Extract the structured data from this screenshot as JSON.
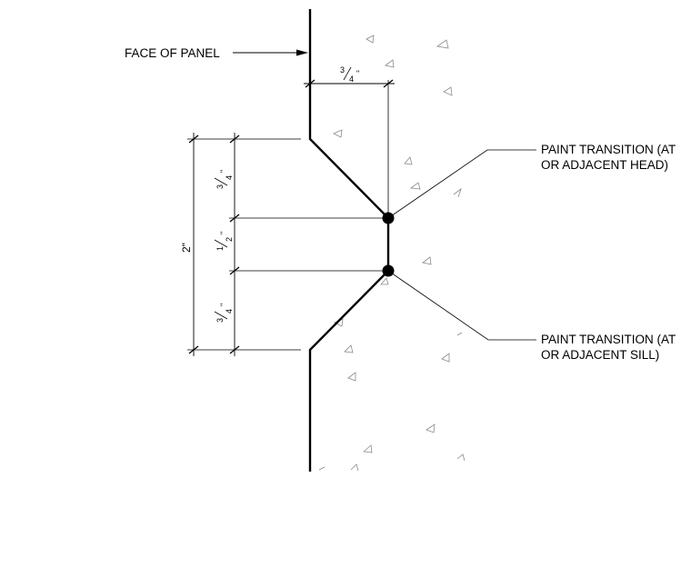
{
  "labels": {
    "face_of_panel": "FACE OF PANEL",
    "paint_head_line1": "PAINT TRANSITION (AT",
    "paint_head_line2": "OR ADJACENT HEAD)",
    "paint_sill_line1": "PAINT TRANSITION (AT",
    "paint_sill_line2": "OR ADJACENT SILL)"
  },
  "dimensions": {
    "depth": {
      "num": "3",
      "den": "4",
      "unit": "\""
    },
    "upper_bevel": {
      "num": "3",
      "den": "4",
      "unit": "\""
    },
    "flat": {
      "num": "1",
      "den": "2",
      "unit": "\""
    },
    "lower_bevel": {
      "num": "3",
      "den": "4",
      "unit": "\""
    },
    "overall": {
      "text": "2\""
    }
  },
  "colors": {
    "ink": "#000000",
    "aggregate": "#8a8a8a",
    "background": "#ffffff"
  }
}
